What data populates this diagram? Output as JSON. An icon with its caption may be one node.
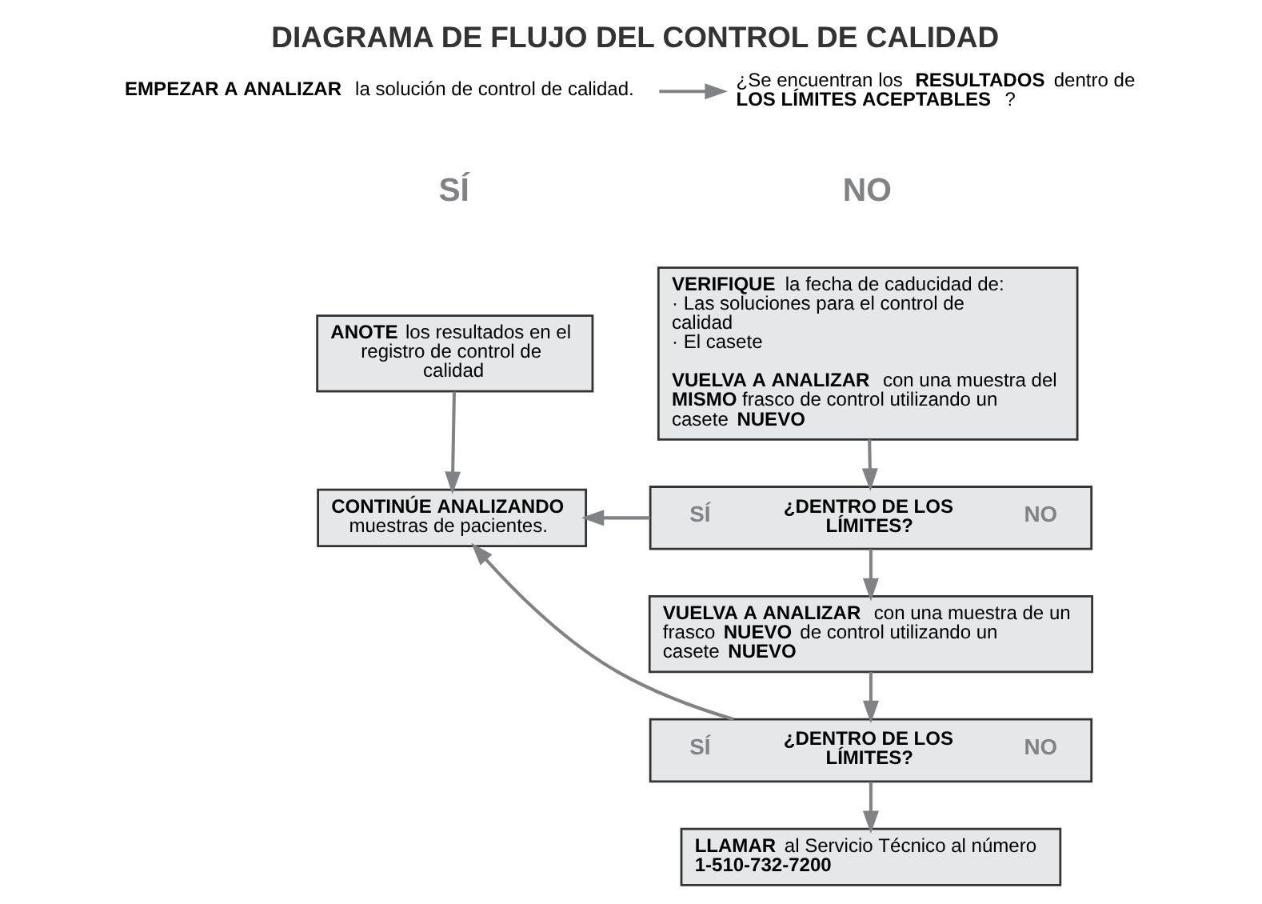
{
  "diagram": {
    "title": "DIAGRAMA DE FLUJO DEL CONTROL DE CALIDAD",
    "nodes": [
      {
        "text": [
          "**EMPEZAR A ANALIZAR** la solución de control de calidad."
        ]
      },
      {
        "text": [
          "¿Se encuentran los **RESULTADOS** dentro de **LOS LÍMITES ACEPTABLES** ?"
        ]
      },
      {
        "text": [
          "**ANOTE** los resultados en el registro de control de calidad"
        ]
      },
      {
        "text": [
          "**VERIFIQUE** la fecha de caducidad de: · Las soluciones para el control de calidad · El casete",
          "**VUELVA A ANALIZAR** con una muestra del **MISMO** frasco de control utilizando un casete **NUEVO**"
        ]
      },
      {
        "text": [
          "**CONTINÚE ANALIZANDO** muestras de pacientes."
        ]
      },
      {
        "text": [
          "SÍ",
          "¿DENTRO DE LOS LÍMITES?",
          "NO"
        ]
      },
      {
        "text": [
          "**VUELVA A ANALIZAR** con una muestra de un frasco **NUEVO** de control utilizando un casete **NUEVO**"
        ]
      },
      {
        "text": [
          "SÍ",
          "¿DENTRO DE LOS LÍMITES?",
          "NO"
        ]
      },
      {
        "text": [
          "**LLAMAR** al Servicio Técnico al número **1-510-732-7200**"
        ]
      }
    ],
    "edges": [
      {
        "from": 0,
        "to": 1,
        "arrow": "to"
      },
      {
        "from": 2,
        "to": 4,
        "arrow": "to"
      },
      {
        "from": 3,
        "to": 5,
        "arrow": "to"
      },
      {
        "from": 5,
        "to": 4,
        "arrow": "to"
      },
      {
        "from": 5,
        "to": 6,
        "arrow": "to"
      },
      {
        "from": 6,
        "to": 7,
        "arrow": "to"
      },
      {
        "from": 7,
        "to": 4,
        "arrow": "to"
      },
      {
        "from": 7,
        "to": 8,
        "arrow": "to"
      }
    ],
    "labels": [
      "SÍ",
      "NO"
    ]
  }
}
